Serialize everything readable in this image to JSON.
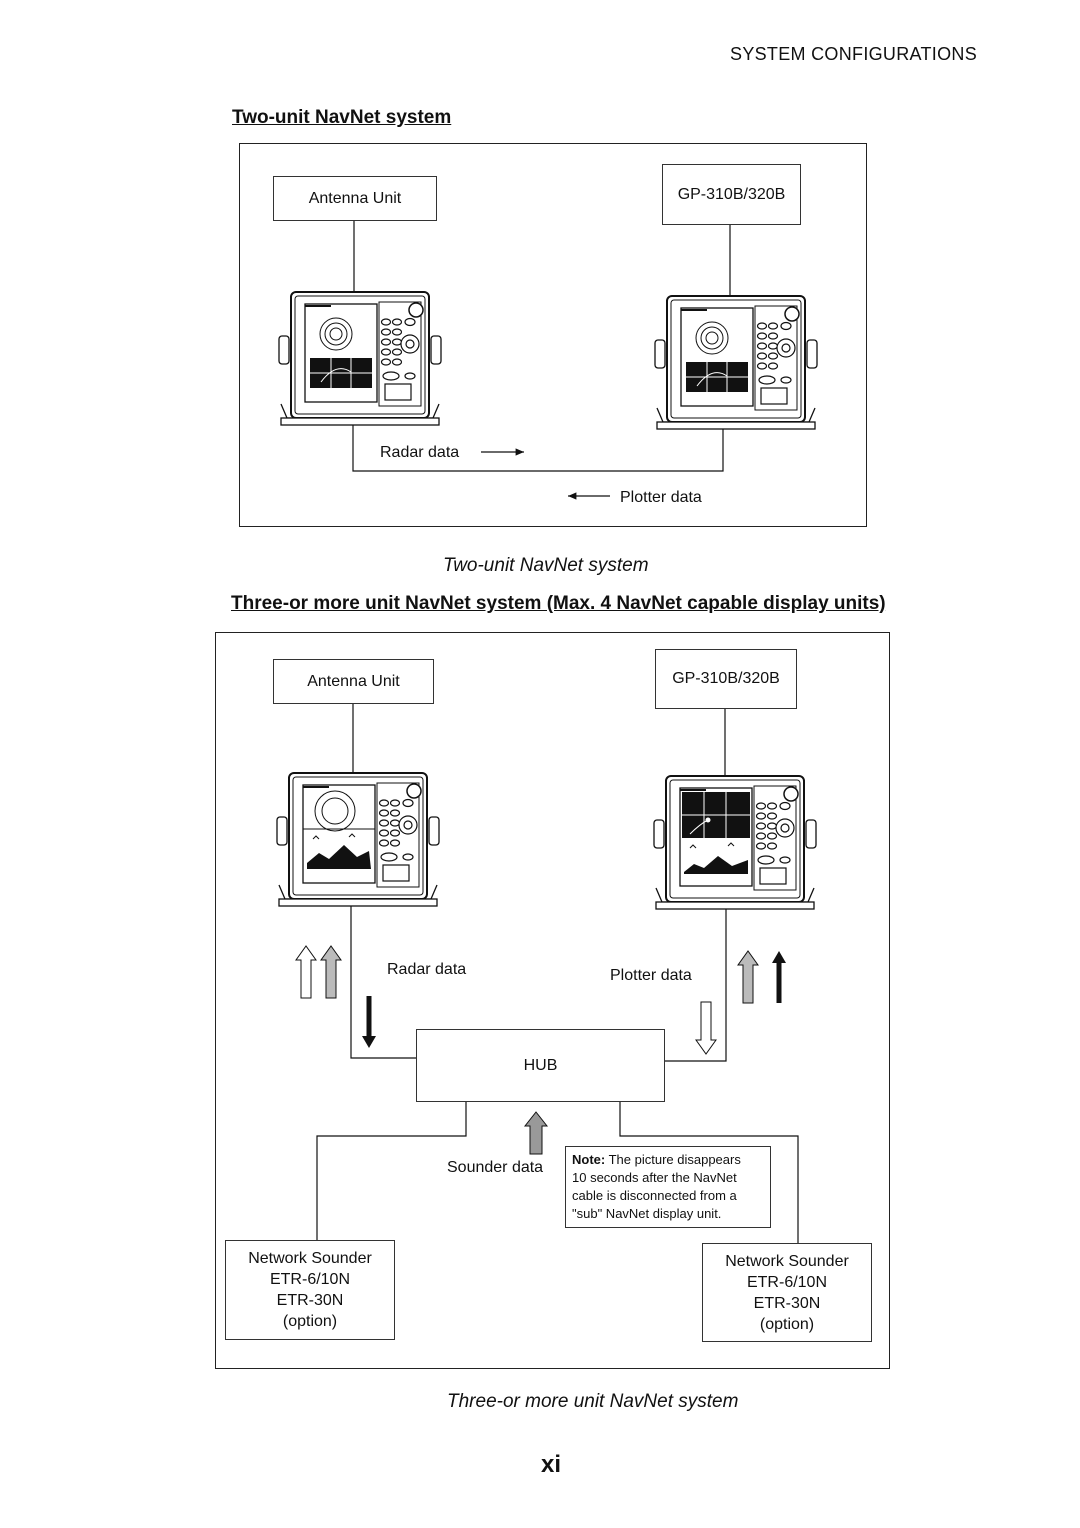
{
  "header": {
    "section_title": "SYSTEM  CONFIGURATIONS"
  },
  "two_unit": {
    "heading": "Two-unit NavNet system",
    "antenna_label": "Antenna Unit",
    "gp_label": "GP-310B/320B",
    "radar_data": "Radar data",
    "plotter_data": "Plotter data",
    "caption": "Two-unit NavNet system"
  },
  "three_unit": {
    "heading": "Three-or more unit NavNet system (Max. 4 NavNet capable display units)",
    "antenna_label": "Antenna Unit",
    "gp_label": "GP-310B/320B",
    "radar_data": "Radar data",
    "plotter_data": "Plotter data",
    "hub_label": "HUB",
    "sounder_data": "Sounder data",
    "note_bold": "Note:",
    "note_line1": " The picture disappears",
    "note_line2": "10 seconds after the NavNet",
    "note_line3": "cable is disconnected from a",
    "note_line4": "\"sub\" NavNet display unit.",
    "sounder_left": {
      "line1": "Network Sounder",
      "line2": "ETR-6/10N",
      "line3": "ETR-30N",
      "line4": "(option)"
    },
    "sounder_right": {
      "line1": "Network Sounder",
      "line2": "ETR-6/10N",
      "line3": "ETR-30N",
      "line4": "(option)"
    },
    "caption": "Three-or more unit NavNet system"
  },
  "page_number": "xi",
  "icons": [
    "display-unit-icon",
    "arrow-up-icon",
    "arrow-down-icon"
  ]
}
